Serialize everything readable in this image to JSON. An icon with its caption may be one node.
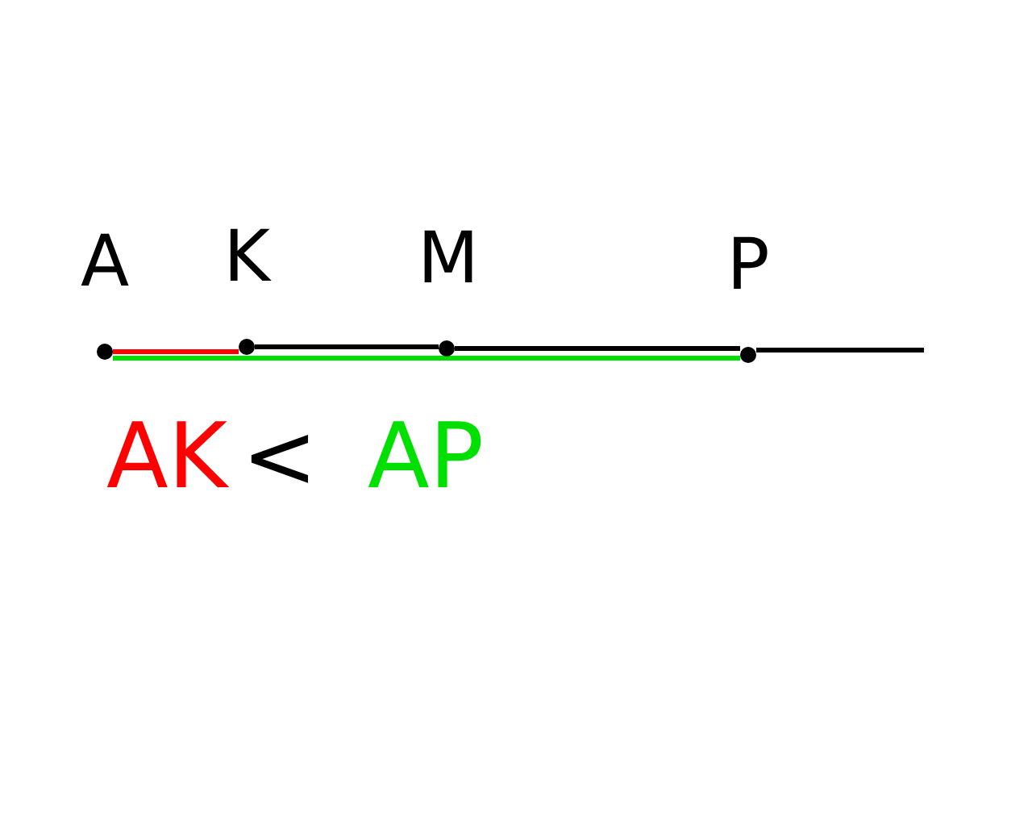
{
  "diagram": {
    "nodes": [
      {
        "text": [
          "A"
        ]
      },
      {
        "text": [
          "K"
        ]
      },
      {
        "text": [
          "M"
        ]
      },
      {
        "text": [
          "P"
        ]
      }
    ],
    "edges": [
      {
        "from": 0,
        "to": 1,
        "arrow": "none",
        "color": "#ff0000"
      },
      {
        "from": 1,
        "to": 2,
        "arrow": "none"
      },
      {
        "from": 2,
        "to": 3,
        "arrow": "none"
      },
      {
        "from": 3,
        "to": null,
        "arrow": "none"
      },
      {
        "from": 0,
        "to": 3,
        "arrow": "none",
        "color": "#00e000"
      }
    ],
    "labels": [
      "AK",
      "<",
      "AP"
    ]
  }
}
